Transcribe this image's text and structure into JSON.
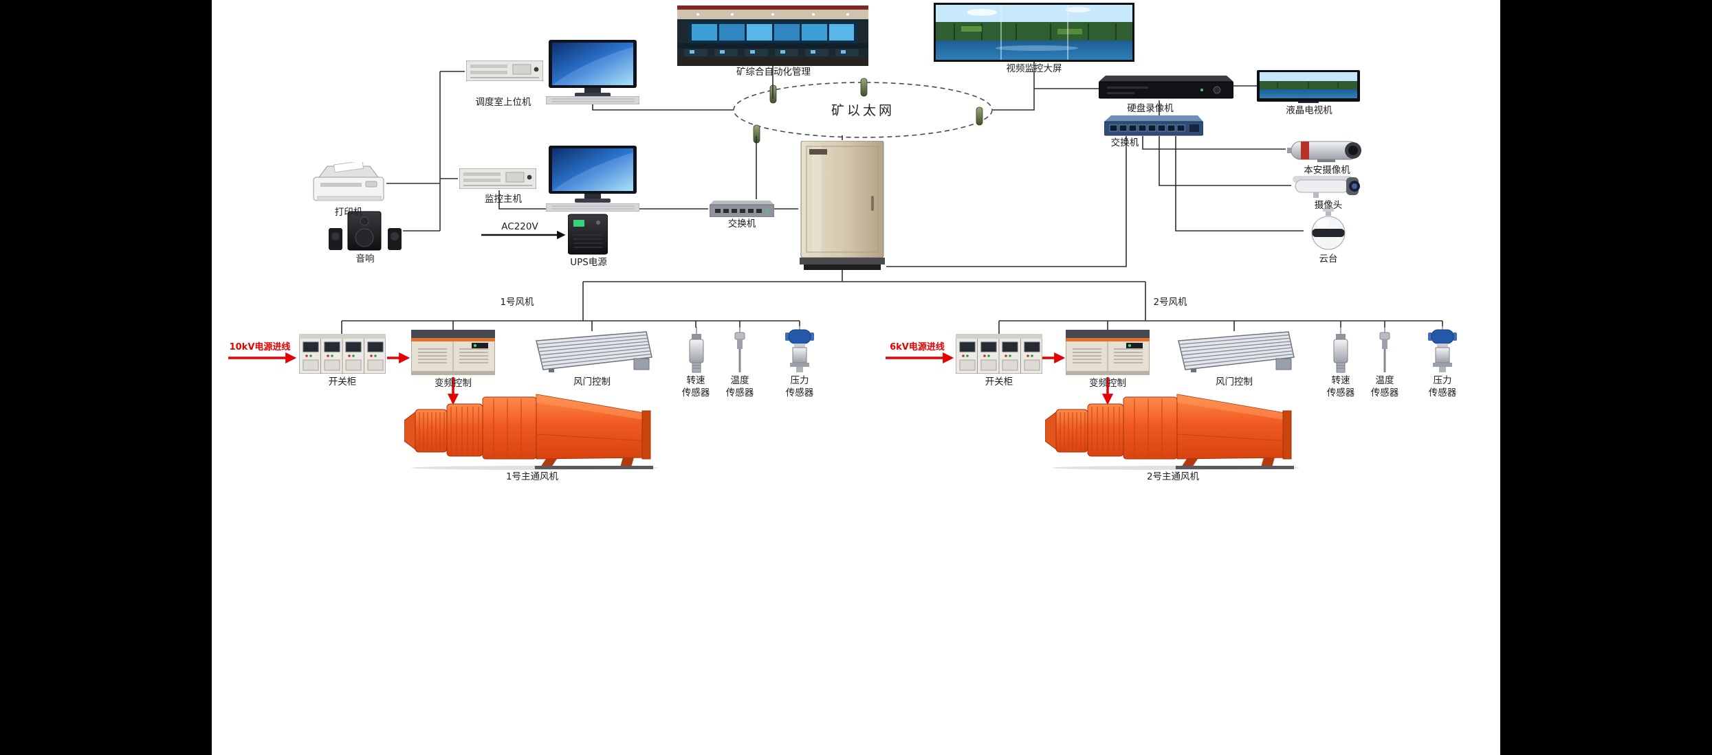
{
  "diagram": {
    "top": {
      "control_room_label": "矿综合自动化管理",
      "video_wall_label": "视频监控大屏",
      "dispatch_host_label": "调度室上位机",
      "ethernet_ring_label": "矿以太网"
    },
    "surveillance": {
      "dvr_label": "硬盘录像机",
      "display_label": "液晶电视机",
      "switch_label": "交换机",
      "is_camera_label": "本安摄像机",
      "camera_label": "摄像头",
      "ptz_label": "云台"
    },
    "station": {
      "printer_label": "打印机",
      "host_label": "监控主机",
      "speaker_label": "音响",
      "power_label": "AC220V",
      "ups_label": "UPS电源",
      "switch_label": "交换机"
    },
    "fans": {
      "branch1_label": "1号风机",
      "branch2_label": "2号风机",
      "groups": [
        {
          "incoming_label": "10kV电源进线",
          "switchgear_label": "开关柜",
          "vfd_label": "变频控制",
          "damper_label": "风门控制",
          "sensor_labels": [
            "转速\n传感器",
            "温度\n传感器",
            "压力\n传感器"
          ],
          "fan_label": "1号主通风机"
        },
        {
          "incoming_label": "6kV电源进线",
          "switchgear_label": "开关柜",
          "vfd_label": "变频控制",
          "damper_label": "风门控制",
          "sensor_labels": [
            "转速\n传感器",
            "温度\n传感器",
            "压力\n传感器"
          ],
          "fan_label": "2号主通风机"
        }
      ]
    },
    "colors": {
      "accent_red": "#e60000",
      "fan_orange": "#ef5222",
      "switch_blue": "#2f4d78",
      "cabinet_beige": "#cfc4ad"
    }
  }
}
